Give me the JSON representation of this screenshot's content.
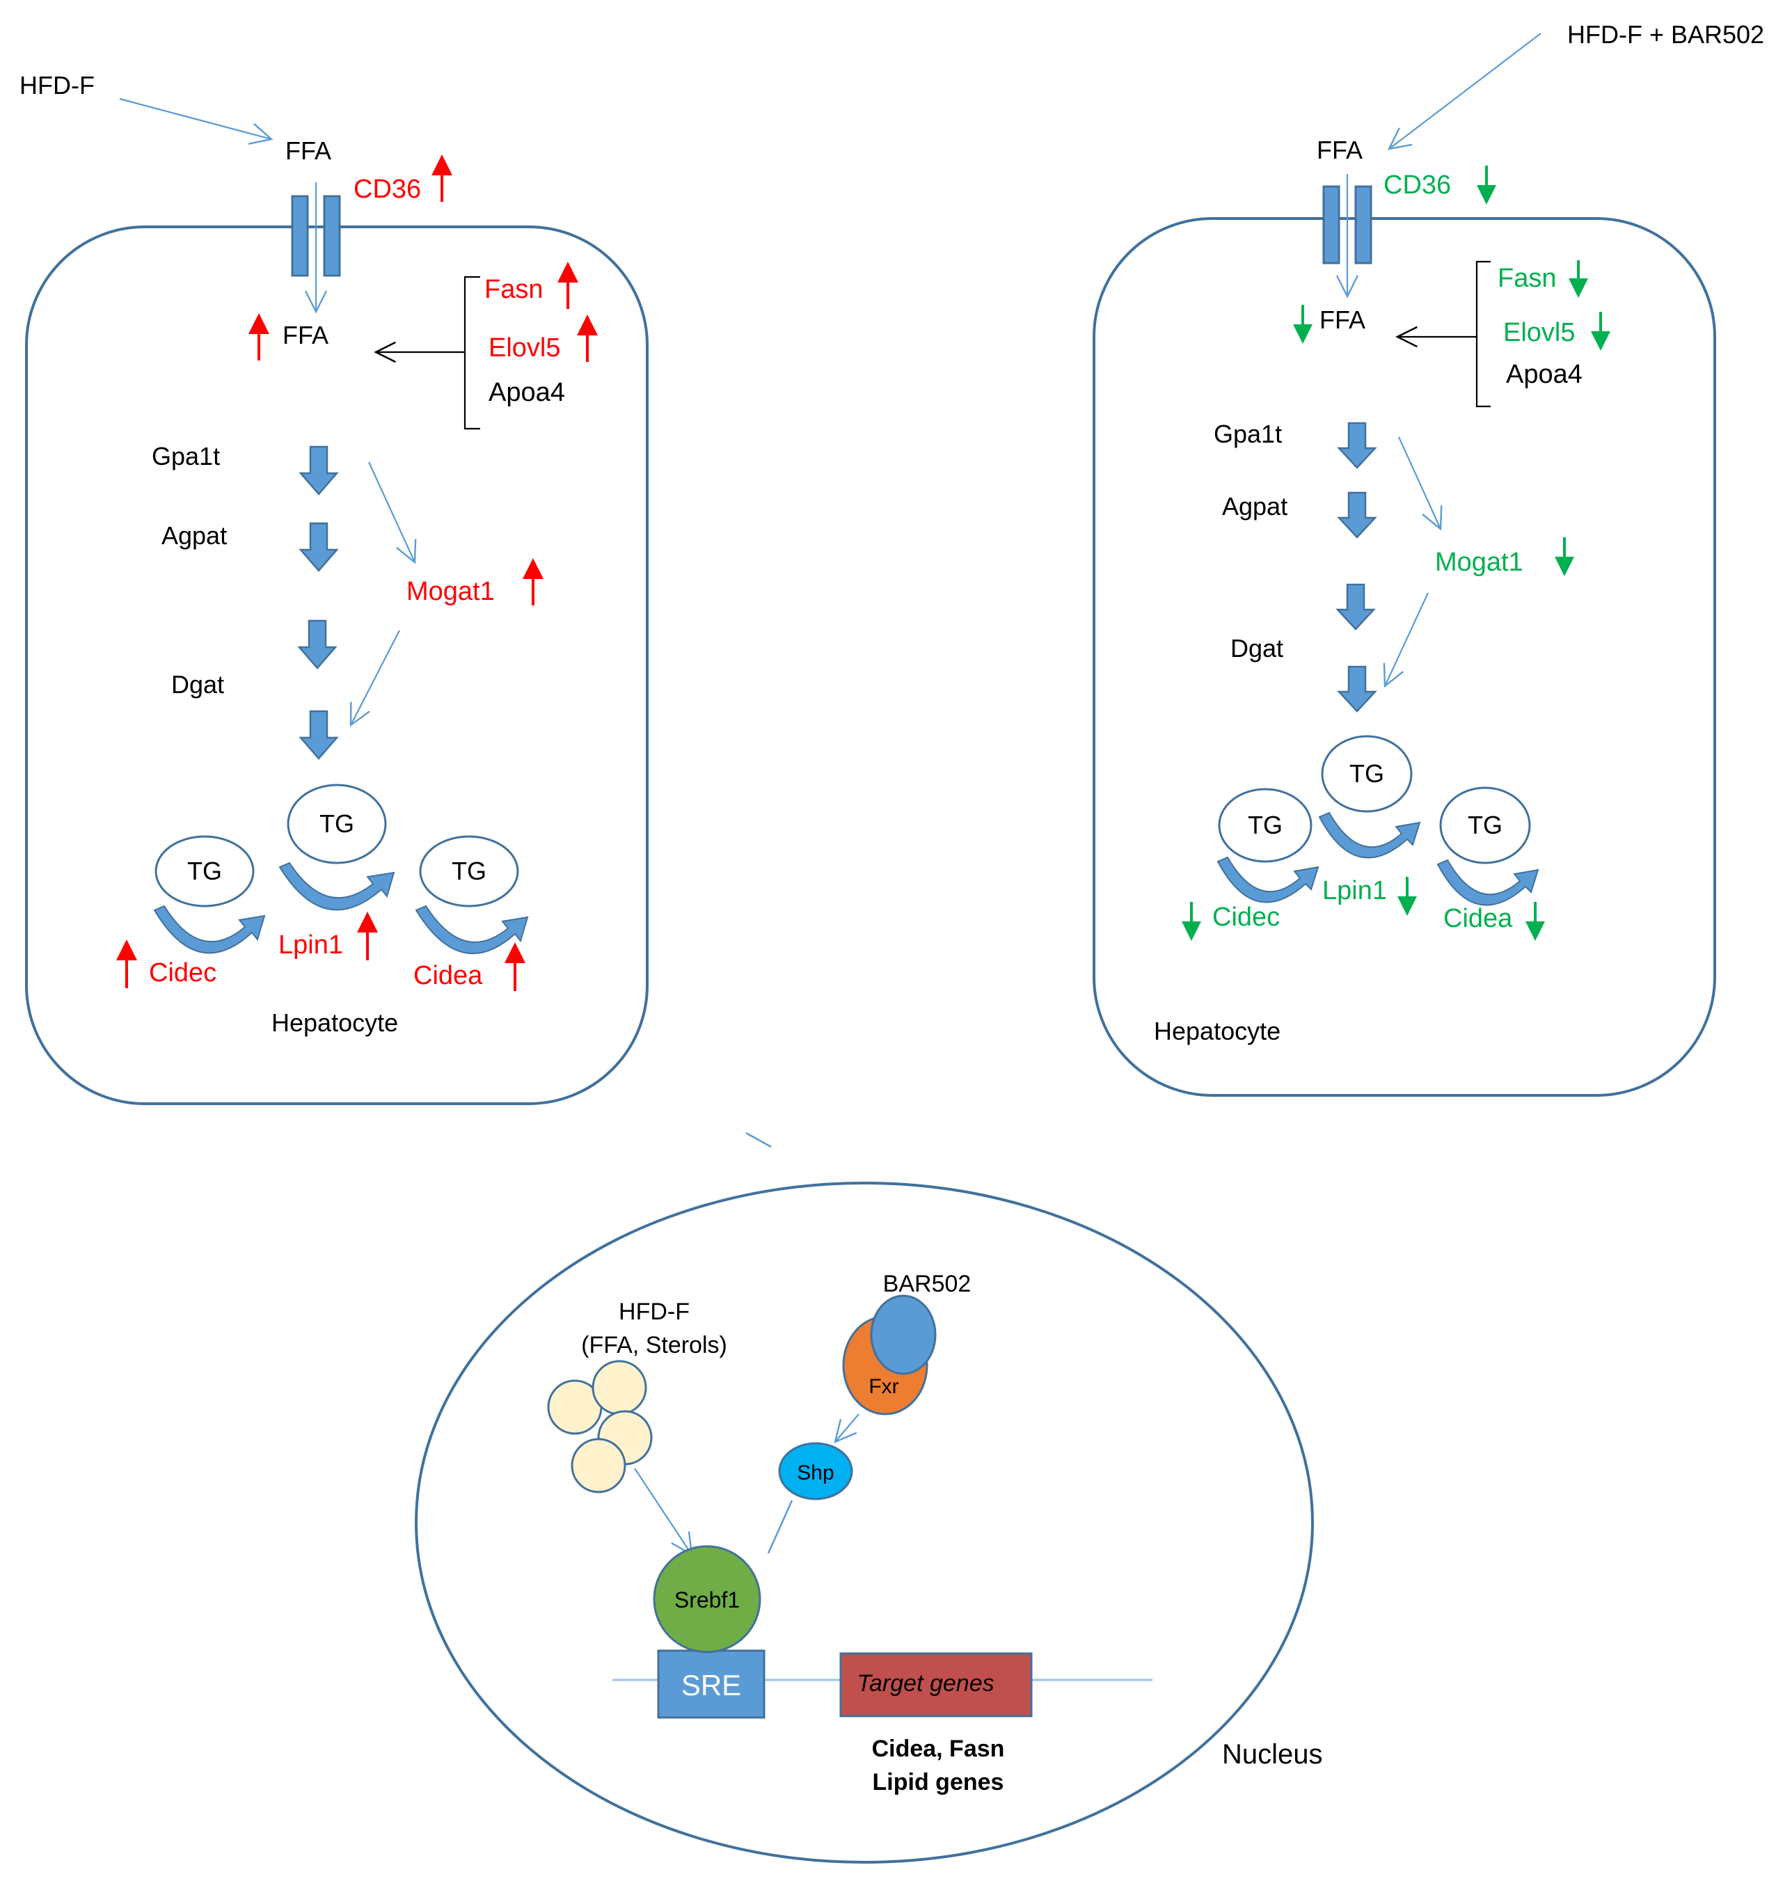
{
  "colors": {
    "up": "#ff0000",
    "down": "#00b050",
    "membrane": "#41719c",
    "blue_fill": "#5b9bd5",
    "fxr_fill": "#ed7d31",
    "shp_fill": "#00b0f0",
    "srebf1_fill": "#70ad47",
    "lipid_fill": "#fff2cc",
    "target_fill": "#c0504d",
    "text": "#000000"
  },
  "left_cell": {
    "input_label": "HFD-F",
    "ffa_outside": "FFA",
    "cd36": "CD36",
    "ffa_inside": "FFA",
    "fasn": "Fasn",
    "elovl5": "Elovl5",
    "apoa4": "Apoa4",
    "gpa1t": "Gpa1t",
    "agpat": "Agpat",
    "mogat1": "Mogat1",
    "dgat": "Dgat",
    "tg_left": "TG",
    "tg_center": "TG",
    "tg_right": "TG",
    "cidec": "Cidec",
    "lpin1": "Lpin1",
    "cidea": "Cidea",
    "cell_label": "Hepatocyte"
  },
  "right_cell": {
    "input_label": "HFD-F + BAR502",
    "ffa_outside": "FFA",
    "cd36": "CD36",
    "ffa_inside": "FFA",
    "fasn": "Fasn",
    "elovl5": "Elovl5",
    "apoa4": "Apoa4",
    "gpa1t": "Gpa1t",
    "agpat": "Agpat",
    "mogat1": "Mogat1",
    "dgat": "Dgat",
    "tg_left": "TG",
    "tg_center": "TG",
    "tg_right": "TG",
    "cidec": "Cidec",
    "lpin1": "Lpin1",
    "cidea": "Cidea",
    "cell_label": "Hepatocyte"
  },
  "nucleus": {
    "hfd_label": "HFD-F",
    "hfd_sublabel": "(FFA, Sterols)",
    "bar502": "BAR502",
    "fxr": "Fxr",
    "shp": "Shp",
    "srebf1": "Srebf1",
    "sre": "SRE",
    "target_genes": "Target genes",
    "targets_line1": "Cidea, Fasn",
    "targets_line2": "Lipid genes",
    "label": "Nucleus"
  }
}
